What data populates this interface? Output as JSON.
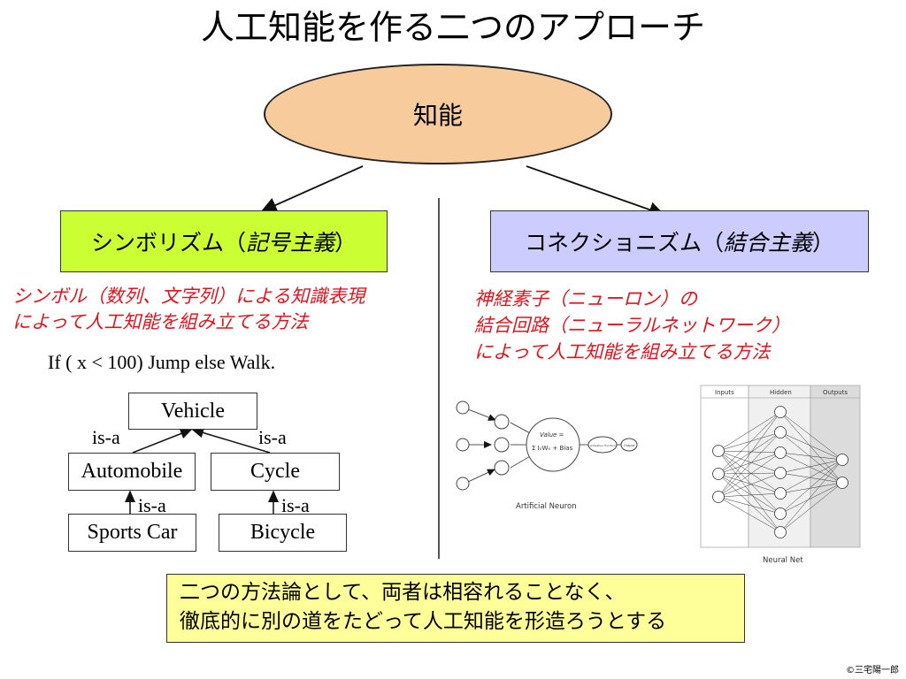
{
  "title": "人工知能を作る二つのアプローチ",
  "root": "知能",
  "symbolism": {
    "name": "シンボリズム（",
    "name_em": "記号主義",
    "name_close": "）",
    "desc_lines": [
      "シンボル（数列、文字列）による知識表現",
      "によって人工知能を組み立てる方法"
    ],
    "rule": "If ( x < 100) Jump else Walk.",
    "nodes": {
      "vehicle": "Vehicle",
      "automobile": "Automobile",
      "cycle": "Cycle",
      "sports_car": "Sports Car",
      "bicycle": "Bicycle"
    },
    "relation": "is-a"
  },
  "connectionism": {
    "name": "コネクショニズム（",
    "name_em": "結合主義",
    "name_close": "）",
    "desc_lines": [
      "神経素子（ニューロン）の",
      "結合回路（ニューラルネットワーク）",
      "によって人工知能を組み立てる方法"
    ],
    "neuron": {
      "caption": "Artificial Neuron",
      "value_label": "Value =",
      "formula": "Σ IₙWₙ + Bias",
      "activation": "Activation Function",
      "output": "Output"
    },
    "net": {
      "caption": "Neural Net",
      "columns": [
        "Inputs",
        "Hidden",
        "Outputs"
      ]
    }
  },
  "summary_lines": [
    "二つの方法論として、両者は相容れることなく、",
    "徹底的に別の道をたどって人工知能を形造ろうとする"
  ],
  "copyright": "©三宅陽一郎"
}
